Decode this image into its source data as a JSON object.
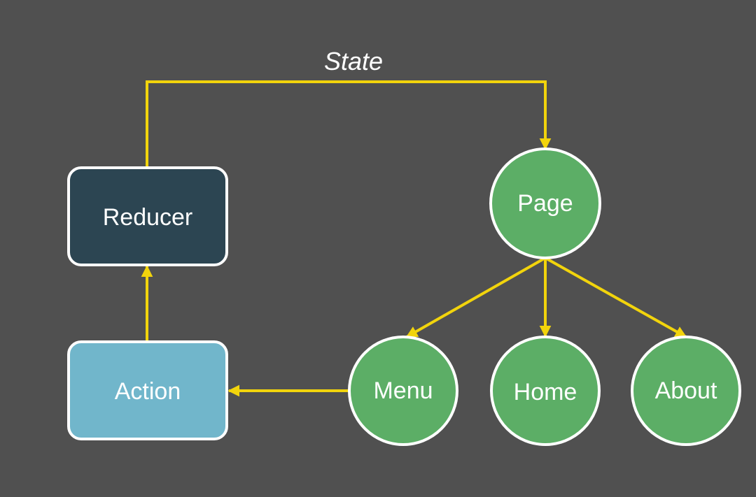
{
  "diagram": {
    "state_label": "State",
    "nodes": {
      "reducer": {
        "label": "Reducer",
        "fill": "#2c4552"
      },
      "action": {
        "label": "Action",
        "fill": "#71b6cb"
      },
      "page": {
        "label": "Page",
        "fill": "#5cae66"
      },
      "menu": {
        "label": "Menu",
        "fill": "#5cae66"
      },
      "home": {
        "label": "Home",
        "fill": "#5cae66"
      },
      "about": {
        "label": "About",
        "fill": "#5cae66"
      }
    },
    "edges": [
      {
        "from": "reducer",
        "to": "page",
        "label": "State"
      },
      {
        "from": "page",
        "to": "menu"
      },
      {
        "from": "page",
        "to": "home"
      },
      {
        "from": "page",
        "to": "about"
      },
      {
        "from": "menu",
        "to": "action"
      },
      {
        "from": "action",
        "to": "reducer"
      }
    ],
    "colors": {
      "background": "#505050",
      "arrow": "#f2d40c",
      "node_border": "#ffffff",
      "text": "#ffffff"
    }
  }
}
